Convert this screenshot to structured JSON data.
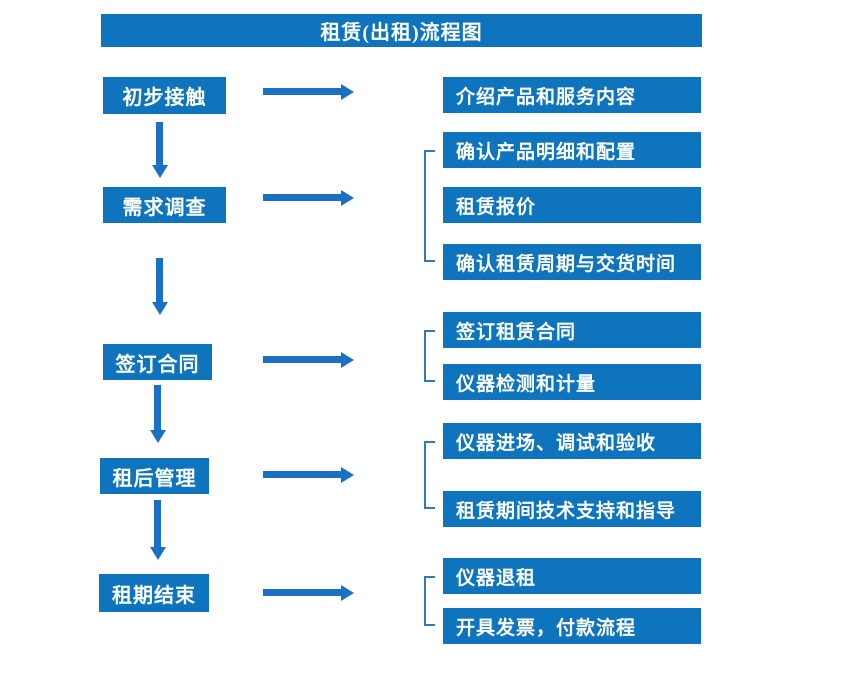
{
  "title": "租赁(出租)流程图",
  "colors": {
    "box": "#0d74bd",
    "arrow": "#1a70c6",
    "bracket": "#2e79c0",
    "text": "#ffffff",
    "background": "#ffffff"
  },
  "steps": [
    {
      "label": "初步接触",
      "details": [
        "介绍产品和服务内容"
      ]
    },
    {
      "label": "需求调查",
      "details": [
        "确认产品明细和配置",
        "租赁报价",
        "确认租赁周期与交货时间"
      ]
    },
    {
      "label": "签订合同",
      "details": [
        "签订租赁合同",
        "仪器检测和计量"
      ]
    },
    {
      "label": "租后管理",
      "details": [
        "仪器进场、调试和验收",
        "租赁期间技术支持和指导"
      ]
    },
    {
      "label": "租期结束",
      "details": [
        "仪器退租",
        "开具发票，付款流程"
      ]
    }
  ]
}
